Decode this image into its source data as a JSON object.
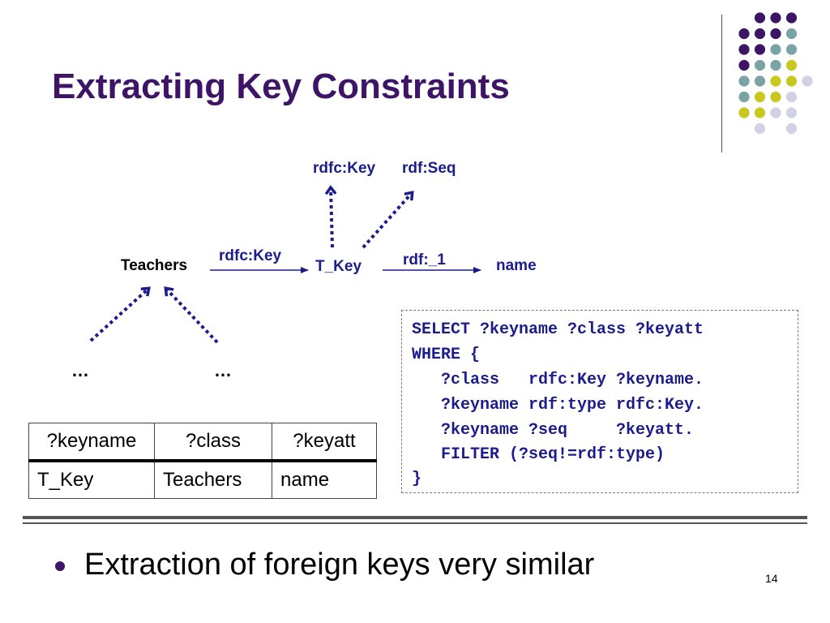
{
  "slide": {
    "title": "Extracting Key Constraints",
    "page_number": "14",
    "bullet": "Extraction of foreign keys very similar"
  },
  "diagram": {
    "nodes": {
      "teachers": "Teachers",
      "t_key": "T_Key",
      "name": "name",
      "rdfc_key_top": "rdfc:Key",
      "rdf_seq": "rdf:Seq",
      "ellipsis_left": "…",
      "ellipsis_right": "…"
    },
    "edges": {
      "teachers_to_tkey": "rdfc:Key",
      "tkey_to_name": "rdf:_1"
    }
  },
  "result_table": {
    "headers": [
      "?keyname",
      "?class",
      "?keyatt"
    ],
    "rows": [
      [
        "T_Key",
        "Teachers",
        "name"
      ]
    ]
  },
  "query": {
    "lines": [
      "SELECT ?keyname ?class ?keyatt",
      "WHERE {",
      "   ?class   rdfc:Key ?keyname.",
      "   ?keyname rdf:type rdfc:Key.",
      "   ?keyname ?seq     ?keyatt.",
      "   FILTER (?seq!=rdf:type)",
      "}"
    ]
  },
  "colors": {
    "purple": "#3d1466",
    "teal": "#7aa3a3",
    "yellow": "#c8c820",
    "lavender": "#d0d0e6",
    "navy": "#1c1c8c"
  }
}
